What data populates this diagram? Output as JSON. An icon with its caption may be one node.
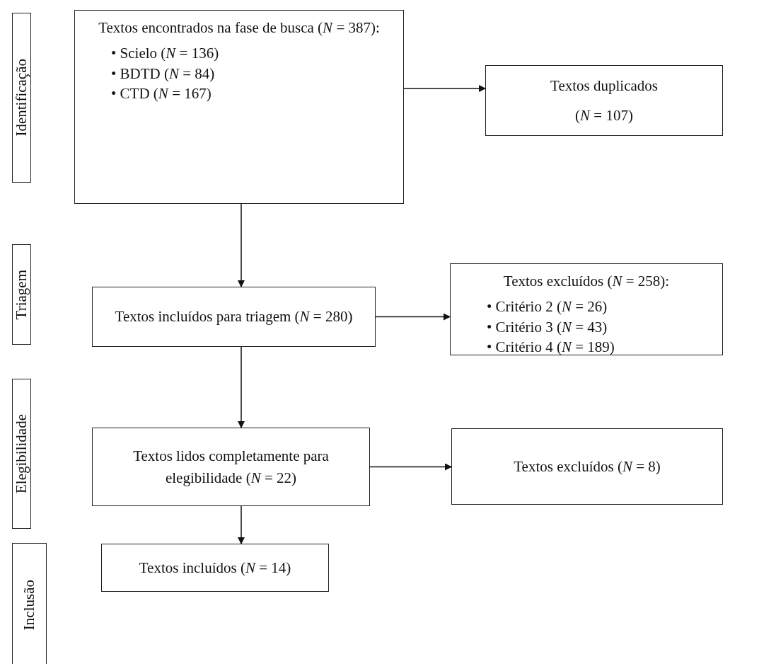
{
  "diagram": {
    "nodes": [
      {
        "text": [
          "Identificação"
        ]
      },
      {
        "text": [
          "Textos encontrados na fase de busca (*N* = 387):",
          "• Scielo (*N* = 136)",
          "• BDTD (*N* = 84)",
          "• CTD (*N* = 167)"
        ]
      },
      {
        "text": [
          "Textos duplicados",
          "(*N* = 107)"
        ]
      },
      {
        "text": [
          "Triagem"
        ]
      },
      {
        "text": [
          "Textos incluídos para triagem (*N* = 280)"
        ]
      },
      {
        "text": [
          "Textos excluídos (*N* = 258):",
          "• Critério 2 (*N* = 26)",
          "• Critério 3 (*N* = 43)",
          "• Critério 4 (*N* = 189)"
        ]
      },
      {
        "text": [
          "Elegibilidade"
        ]
      },
      {
        "text": [
          "Textos lidos completamente para elegibilidade (*N* = 22)"
        ]
      },
      {
        "text": [
          "Textos excluídos (*N* = 8)"
        ]
      },
      {
        "text": [
          "Inclusão"
        ]
      },
      {
        "text": [
          "Textos incluídos (*N* = 14)"
        ]
      }
    ],
    "edges": [
      {
        "from": 1,
        "to": 2,
        "arrow": "to"
      },
      {
        "from": 1,
        "to": 4,
        "arrow": "to"
      },
      {
        "from": 4,
        "to": 5,
        "arrow": "to"
      },
      {
        "from": 4,
        "to": 7,
        "arrow": "to"
      },
      {
        "from": 7,
        "to": 8,
        "arrow": "to"
      },
      {
        "from": 7,
        "to": 10,
        "arrow": "to"
      }
    ]
  }
}
